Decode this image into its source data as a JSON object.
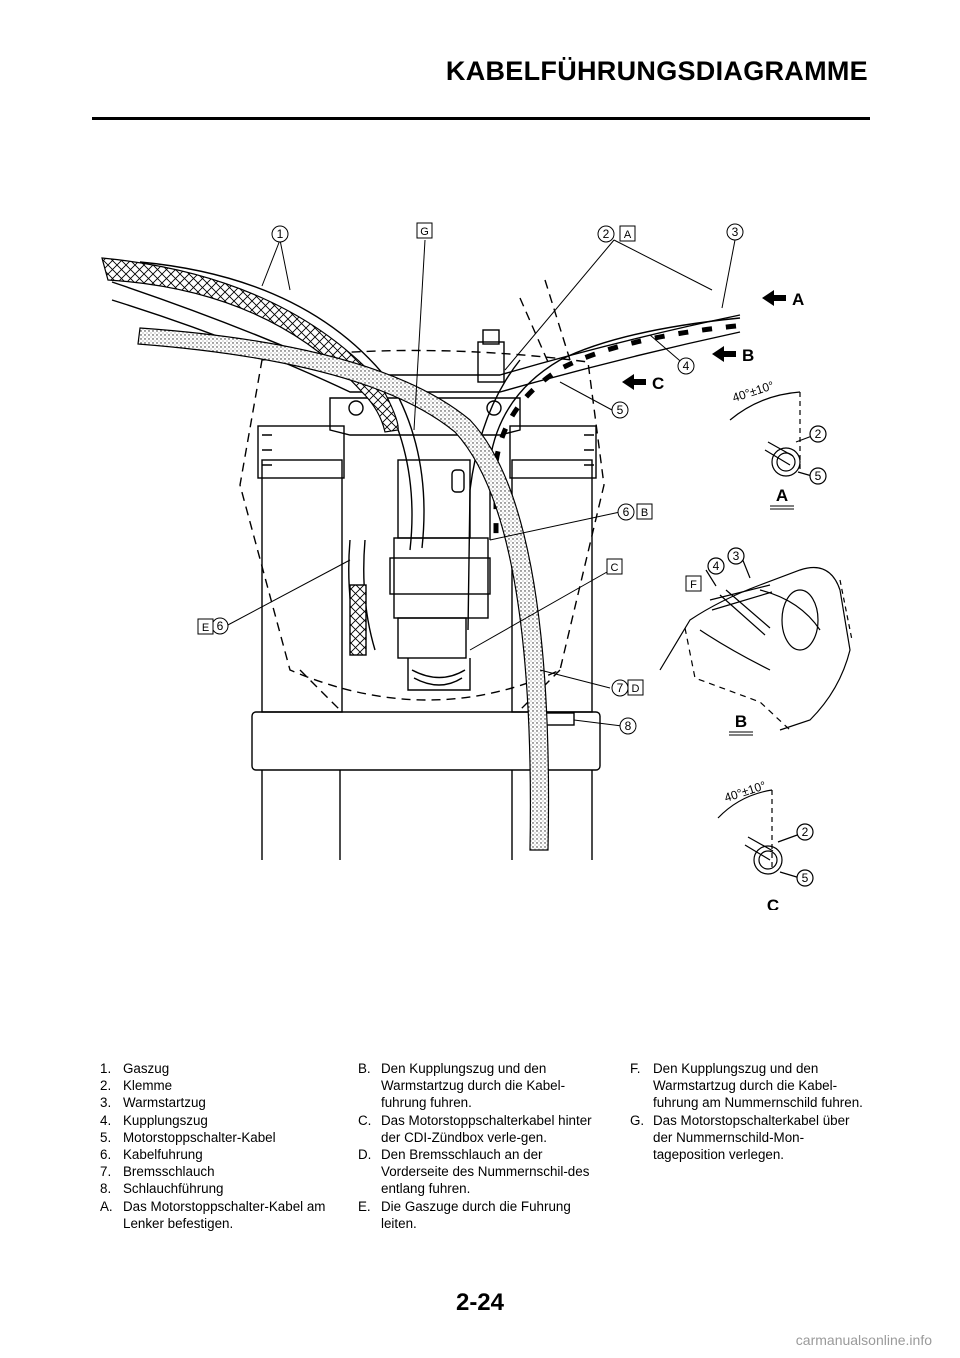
{
  "header": {
    "title": "KABELFÜHRUNGSDIAGRAMME"
  },
  "callouts": {
    "n1": "1",
    "n2": "2",
    "n3": "3",
    "n4": "4",
    "n5": "5",
    "n6": "6",
    "n7": "7",
    "n8": "8",
    "A": "A",
    "B": "B",
    "C": "C",
    "D": "D",
    "E": "E",
    "F": "F",
    "G": "G"
  },
  "details": {
    "angle": "40°±10°",
    "title_A": "A",
    "title_B": "B",
    "title_C": "C"
  },
  "legend": {
    "numbers": [
      {
        "key": "1.",
        "text": "Gaszug"
      },
      {
        "key": "2.",
        "text": "Klemme"
      },
      {
        "key": "3.",
        "text": "Warmstartzug"
      },
      {
        "key": "4.",
        "text": "Kupplungszug"
      },
      {
        "key": "5.",
        "text": "Motorstoppschalter-Kabel"
      },
      {
        "key": "6.",
        "text": "Kabelfuhrung"
      },
      {
        "key": "7.",
        "text": "Bremsschlauch"
      },
      {
        "key": "8.",
        "text": "Schlauchführung"
      },
      {
        "key": "A.",
        "text": "Das Motorstoppschalter-Kabel am Lenker befestigen."
      }
    ],
    "letters_mid": [
      {
        "key": "B.",
        "text": "Den Kupplungszug und den Warmstartzug durch die Kabel-fuhrung fuhren."
      },
      {
        "key": "C.",
        "text": "Das Motorstoppschalterkabel hinter der CDI-Zündbox verle-gen."
      },
      {
        "key": "D.",
        "text": "Den Bremsschlauch an der Vorderseite des Nummernschil-des entlang fuhren."
      },
      {
        "key": "E.",
        "text": "Die Gaszuge durch die Fuhrung leiten."
      }
    ],
    "letters_right": [
      {
        "key": "F.",
        "text": "Den Kupplungszug und den Warmstartzug durch die Kabel-fuhrung am Nummernschild fuhren."
      },
      {
        "key": "G.",
        "text": "Das Motorstopschalterkabel über der Nummernschild-Mon-tageposition verlegen."
      }
    ]
  },
  "footer": {
    "page_number": "2-24",
    "watermark": "carmanualsonline.info"
  }
}
